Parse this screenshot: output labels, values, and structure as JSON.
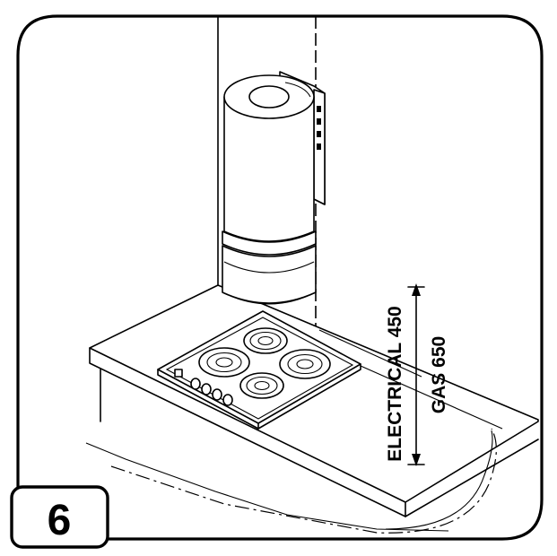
{
  "figure": {
    "step_number": "6",
    "dimension_electrical": "ELECTRICAL  450",
    "dimension_gas": "GAS 650"
  }
}
